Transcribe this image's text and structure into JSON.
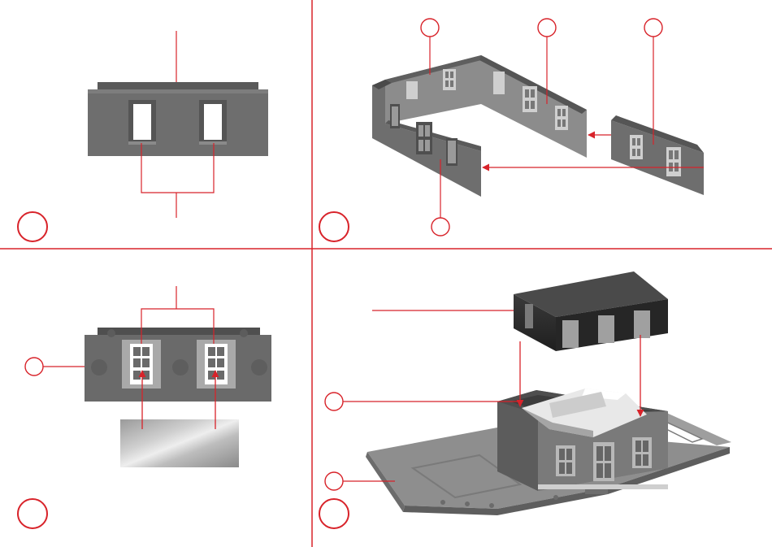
{
  "colors": {
    "accent_red": "#d8232a",
    "wall_gray": "#6e6e6e",
    "wall_dark": "#4a4a4a",
    "wall_light": "#8c8c8c",
    "window_frame": "#bdbdbd",
    "roof_dark": "#2e2e2e",
    "background": "#ffffff"
  },
  "panels": [
    {
      "id": "step-1",
      "step_label": ""
    },
    {
      "id": "step-2",
      "step_label": ""
    },
    {
      "id": "step-3",
      "step_label": ""
    },
    {
      "id": "step-4",
      "step_label": ""
    }
  ],
  "callouts": {
    "step2_top_left": "",
    "step2_top_middle": "",
    "step2_top_right": "",
    "step2_bottom": "",
    "step3_left": "",
    "step4_upper": "",
    "step4_lower": ""
  },
  "icons": [
    "step-number-circle",
    "part-callout-circle",
    "assembly-arrow"
  ]
}
